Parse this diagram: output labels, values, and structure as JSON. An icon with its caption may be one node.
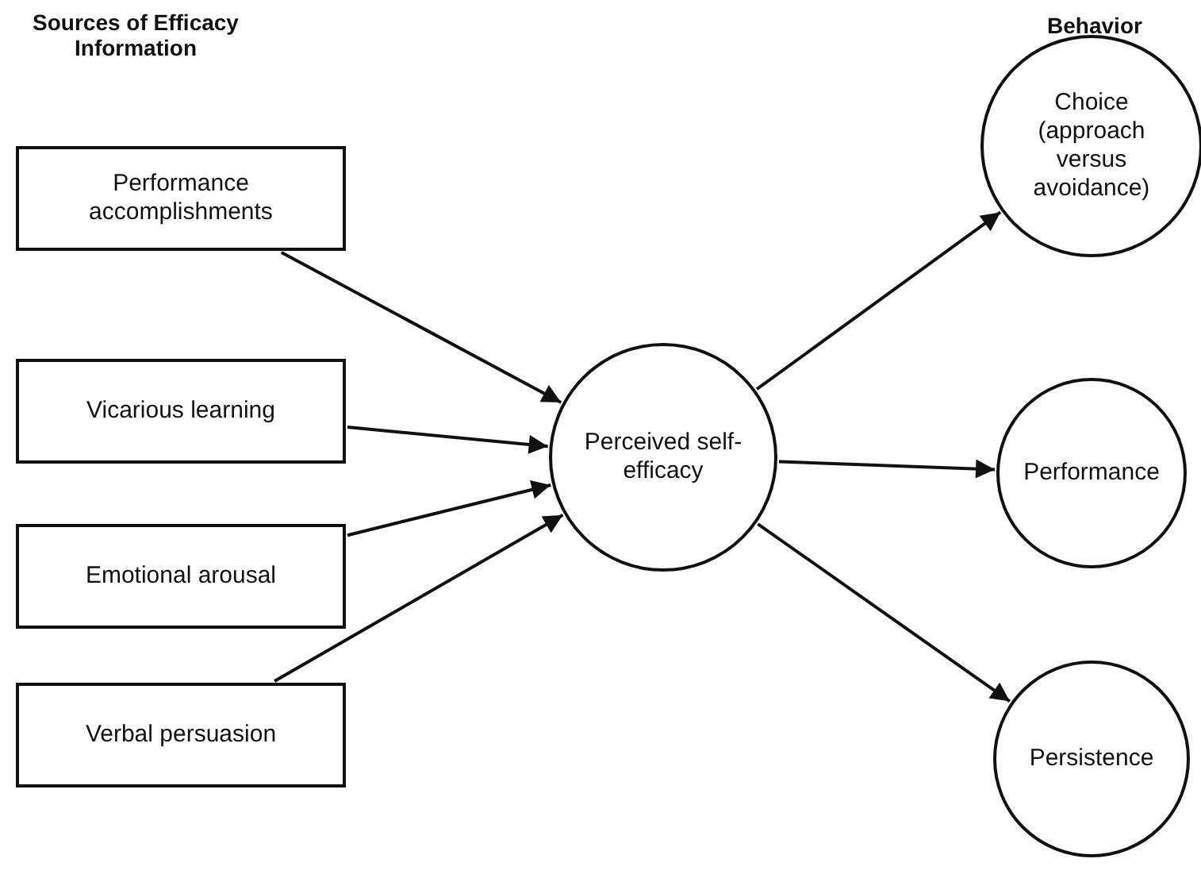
{
  "diagram": {
    "nodes": [
      {
        "text": [
          "Performance accomplishments"
        ]
      },
      {
        "text": [
          "Vicarious learning"
        ]
      },
      {
        "text": [
          "Emotional arousal"
        ]
      },
      {
        "text": [
          "Verbal persuasion"
        ]
      },
      {
        "text": [
          "Perceived self-efficacy"
        ]
      },
      {
        "text": [
          "Choice (approach versus avoidance)"
        ]
      },
      {
        "text": [
          "Performance"
        ]
      },
      {
        "text": [
          "Persistence"
        ]
      }
    ],
    "edges": [
      {
        "from": 0,
        "to": 4,
        "arrow": "to"
      },
      {
        "from": 1,
        "to": 4,
        "arrow": "to"
      },
      {
        "from": 2,
        "to": 4,
        "arrow": "to"
      },
      {
        "from": 3,
        "to": 4,
        "arrow": "to"
      },
      {
        "from": 4,
        "to": 5,
        "arrow": "to"
      },
      {
        "from": 4,
        "to": 6,
        "arrow": "to"
      },
      {
        "from": 4,
        "to": 7,
        "arrow": "to"
      }
    ],
    "labels": [
      "Sources of Efficacy Information",
      "Behavior"
    ]
  }
}
